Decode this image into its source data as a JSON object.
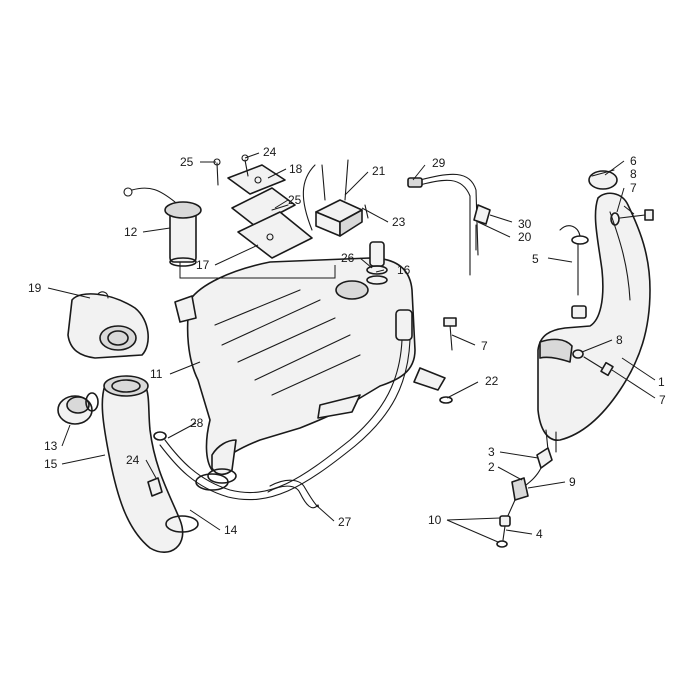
{
  "callouts": [
    "1",
    "2",
    "3",
    "4",
    "5",
    "6",
    "7",
    "7",
    "7",
    "8",
    "8",
    "9",
    "10",
    "11",
    "12",
    "13",
    "14",
    "15",
    "16",
    "17",
    "18",
    "19",
    "20",
    "21",
    "22",
    "23",
    "24",
    "24",
    "25",
    "25",
    "26",
    "27",
    "28",
    "29",
    "30"
  ],
  "colors": {
    "ink": "#1a1a1a",
    "background": "#ffffff",
    "part_fill": "#f2f2f2"
  }
}
